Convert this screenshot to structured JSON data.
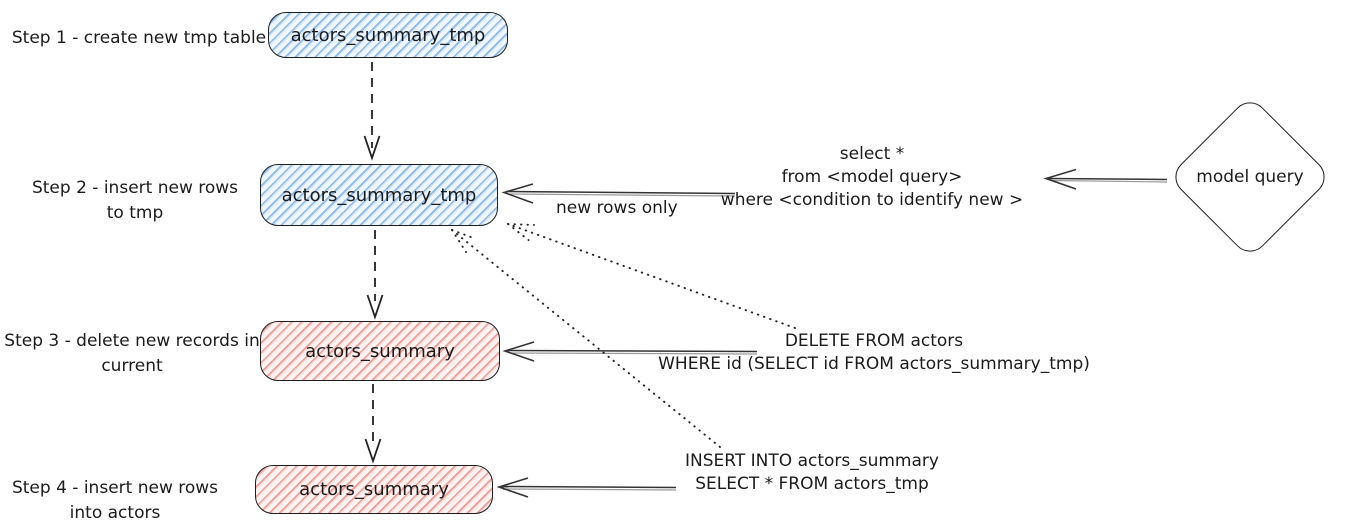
{
  "steps": [
    {
      "line1": "Step 1 - create new tmp table",
      "line2": "",
      "node_label": "actors_summary_tmp"
    },
    {
      "line1": "Step 2 - insert new rows",
      "line2": "to tmp",
      "node_label": "actors_summary_tmp"
    },
    {
      "line1": "Step 3 - delete new records in",
      "line2": "current",
      "node_label": "actors_summary"
    },
    {
      "line1": "Step 4 - insert new rows",
      "line2": "into actors",
      "node_label": "actors_summary"
    }
  ],
  "model_query": {
    "label": "model query"
  },
  "annotations": {
    "select_query": {
      "line1": "select *",
      "line2": "from <model query>",
      "line3": "where <condition to identify new >"
    },
    "new_rows": {
      "label": "new rows only"
    },
    "delete_query": {
      "line1": "DELETE FROM actors",
      "line2": "WHERE id (SELECT id FROM actors_summary_tmp)"
    },
    "insert_query": {
      "line1": "INSERT INTO actors_summary",
      "line2": "SELECT * FROM actors_tmp"
    }
  },
  "colors": {
    "text": "#1b1b1b",
    "node_border": "#1d1d1d",
    "blue_node_bg": "#eff6fd",
    "blue_hatch": "#7dafe3",
    "red_node_bg": "#fdf3f2",
    "red_hatch": "#eb8a80",
    "arrow": "#333333"
  }
}
